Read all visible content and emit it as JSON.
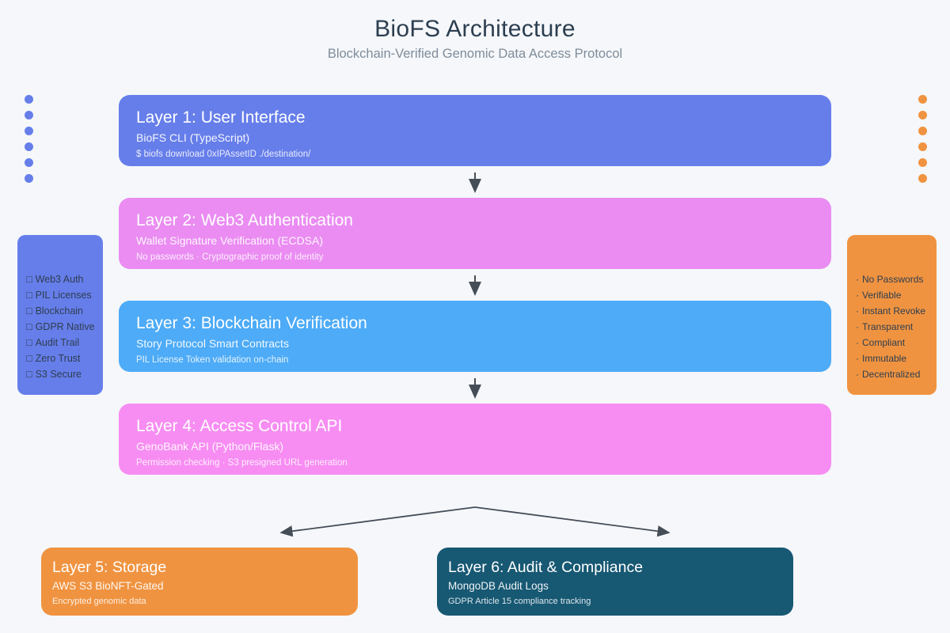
{
  "header": {
    "title": "BioFS Architecture",
    "subtitle": "Blockchain-Verified Genomic Data Access Protocol"
  },
  "layers": [
    {
      "title": "Layer 1: User Interface",
      "subtitle": "BioFS CLI (TypeScript)",
      "detail": "$ biofs download 0xIPAssetID ./destination/",
      "color": "#667eea"
    },
    {
      "title": "Layer 2: Web3 Authentication",
      "subtitle": "Wallet Signature Verification (ECDSA)",
      "detail": "No passwords · Cryptographic proof of identity",
      "color": "#ea8cf2"
    },
    {
      "title": "Layer 3: Blockchain Verification",
      "subtitle": "Story Protocol Smart Contracts",
      "detail": "PIL License Token validation on-chain",
      "color": "#4dabf7"
    },
    {
      "title": "Layer 4: Access Control API",
      "subtitle": "GenoBank API (Python/Flask)",
      "detail": "Permission checking · S3 presigned URL generation",
      "color": "#f78df2"
    }
  ],
  "bottom_layers": [
    {
      "title": "Layer 5: Storage",
      "subtitle": "AWS S3 BioNFT-Gated",
      "detail": "Encrypted genomic data",
      "color": "#f09340"
    },
    {
      "title": "Layer 6: Audit & Compliance",
      "subtitle": "MongoDB Audit Logs",
      "detail": "GDPR Article 15 compliance tracking",
      "color": "#175873"
    }
  ],
  "left_panel": {
    "bullet": "□",
    "color": "#667eea",
    "items": [
      "Web3 Auth",
      "PIL Licenses",
      "Blockchain",
      "GDPR Native",
      "Audit Trail",
      "Zero Trust",
      "S3 Secure"
    ]
  },
  "right_panel": {
    "bullet": "·",
    "color": "#f09340",
    "items": [
      "No Passwords",
      "Verifiable",
      "Instant Revoke",
      "Transparent",
      "Compliant",
      "Immutable",
      "Decentralized"
    ]
  },
  "colors": {
    "background": "#f5f7fa",
    "title_text": "#2c3e50",
    "subtitle_text": "#7f8c99",
    "arrow": "#454d57",
    "left_dots": "#667eea",
    "right_dots": "#f09340"
  }
}
